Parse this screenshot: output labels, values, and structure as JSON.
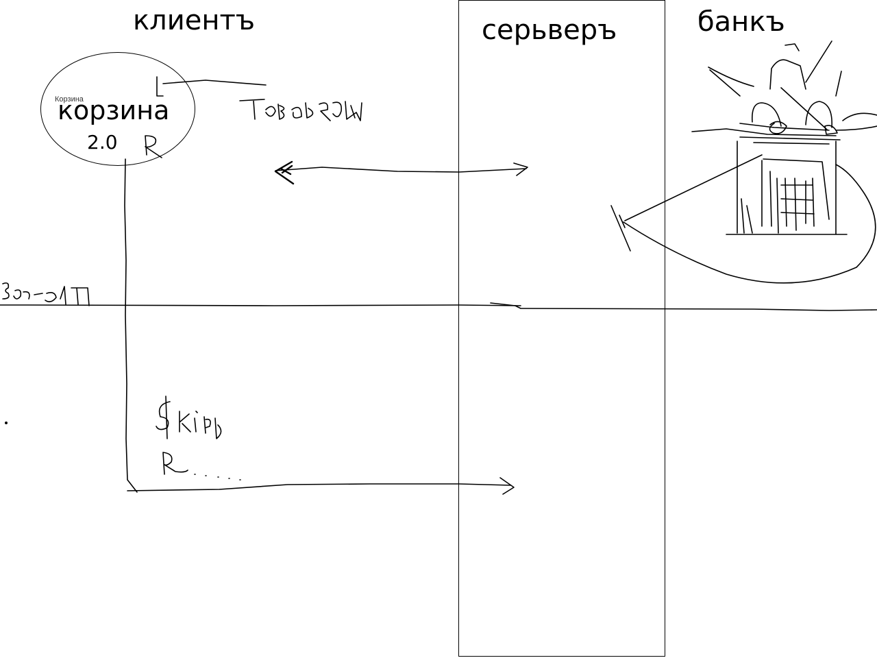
{
  "lanes": {
    "client": "клиентъ",
    "server": "серьверъ",
    "bank": "банкъ"
  },
  "cart": {
    "small_label": "Корзина",
    "label": "корзина",
    "version": "2.0"
  },
  "colors": {
    "ink": "#000000",
    "background": "#ffffff"
  }
}
